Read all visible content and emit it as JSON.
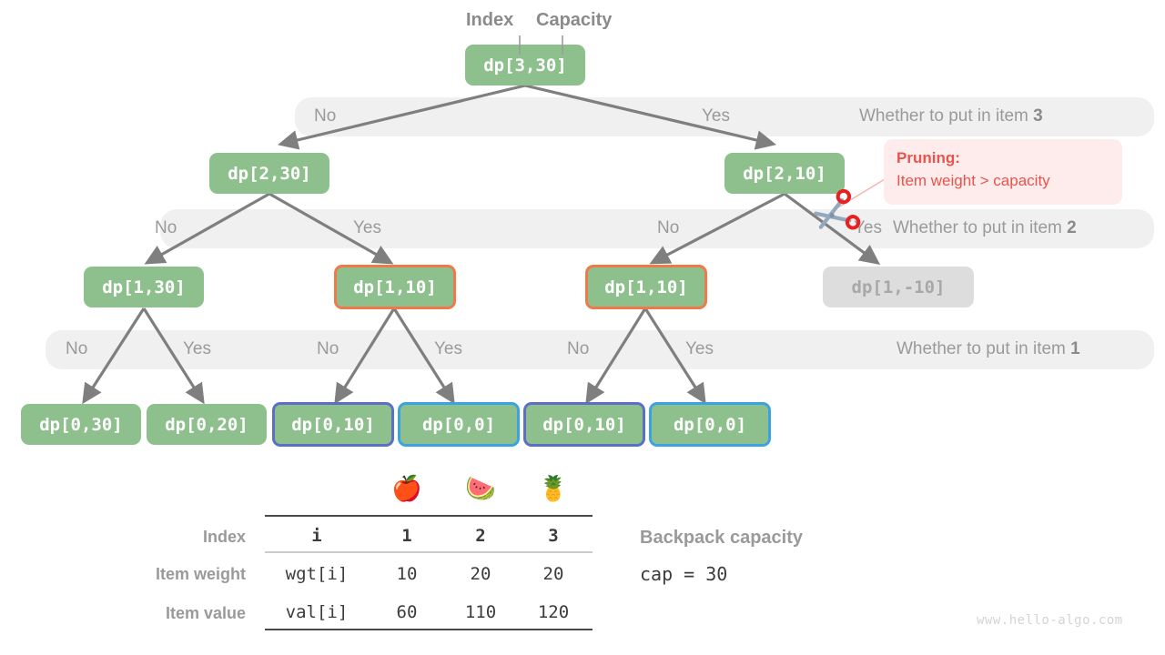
{
  "header": {
    "index_label": "Index",
    "capacity_label": "Capacity"
  },
  "levels": [
    {
      "title": "Whether to put in item ",
      "title_num": "3",
      "no": "No",
      "yes": "Yes"
    },
    {
      "title": "Whether to put in item ",
      "title_num": "2",
      "no_1": "No",
      "yes_1": "Yes",
      "no_2": "No",
      "yes_2": "Yes"
    },
    {
      "title": "Whether to put in item ",
      "title_num": "1",
      "no_1": "No",
      "yes_1": "Yes",
      "no_2": "No",
      "yes_2": "Yes",
      "no_3": "No",
      "yes_3": "Yes"
    }
  ],
  "nodes": {
    "root": "dp[3,30]",
    "l2_left": "dp[2,30]",
    "l2_right": "dp[2,10]",
    "l3_a": "dp[1,30]",
    "l3_b": "dp[1,10]",
    "l3_c": "dp[1,10]",
    "l3_d": "dp[1,-10]",
    "l4_a": "dp[0,30]",
    "l4_b": "dp[0,20]",
    "l4_c": "dp[0,10]",
    "l4_d": "dp[0,0]",
    "l4_e": "dp[0,10]",
    "l4_f": "dp[0,0]"
  },
  "callout": {
    "title": "Pruning",
    "title_colon": ":",
    "body": "Item weight > capacity",
    "icon": "scissors-icon"
  },
  "table": {
    "row_labels": [
      "Index",
      "Item weight",
      "Item value"
    ],
    "key_column": [
      "i",
      "wgt[i]",
      "val[i]"
    ],
    "item_icons": [
      "apple-emoji",
      "watermelon-emoji",
      "pineapple-emoji"
    ],
    "item_glyphs": [
      "🍎",
      "🍉",
      "🍍"
    ],
    "index": [
      "1",
      "2",
      "3"
    ],
    "weights": [
      "10",
      "20",
      "20"
    ],
    "values": [
      "60",
      "110",
      "120"
    ]
  },
  "capacity": {
    "title": "Backpack capacity",
    "value": "cap = 30"
  },
  "watermark": "www.hello-algo.com",
  "colors": {
    "node_green": "#8ec08e",
    "node_grey": "#dddddd",
    "border_orange": "#f0794a",
    "border_violet": "#5b6fc4",
    "border_blue": "#3aa3e0",
    "bar_grey": "#f0f0f0",
    "text_grey": "#9a9a9a",
    "accent_red": "#e8544c",
    "arrow_grey": "#7f7f7f"
  }
}
